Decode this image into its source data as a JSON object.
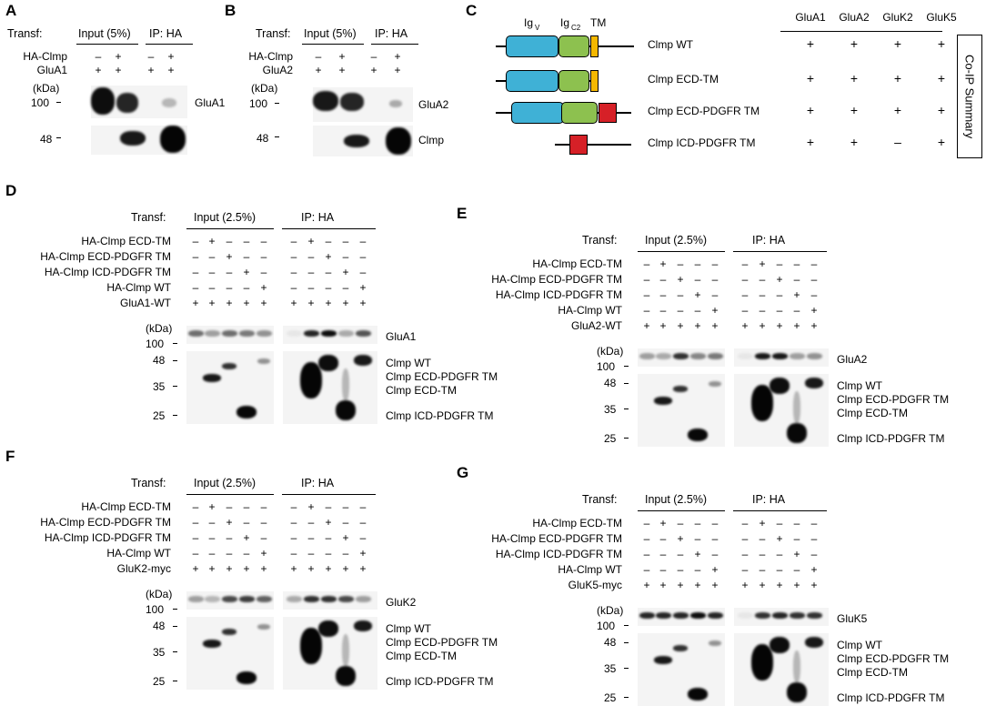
{
  "panels": {
    "A": {
      "letter": "A",
      "transf": "Transf:",
      "input": "Input (5%)",
      "ip": "IP: HA",
      "rows": [
        {
          "label": "HA-Clmp",
          "marks": [
            "–",
            "+",
            "–",
            "+"
          ]
        },
        {
          "label": "GluA1",
          "marks": [
            "+",
            "+",
            "+",
            "+"
          ]
        }
      ],
      "kda": "(kDa)",
      "m100": "100",
      "m48": "48",
      "band1": "GluA1"
    },
    "B": {
      "letter": "B",
      "transf": "Transf:",
      "input": "Input (5%)",
      "ip": "IP: HA",
      "rows": [
        {
          "label": "HA-Clmp",
          "marks": [
            "–",
            "+",
            "–",
            "+"
          ]
        },
        {
          "label": "GluA2",
          "marks": [
            "+",
            "+",
            "+",
            "+"
          ]
        }
      ],
      "kda": "(kDa)",
      "m100": "100",
      "m48": "48",
      "band1": "GluA2",
      "band2": "Clmp"
    },
    "C": {
      "letter": "C",
      "ig_v": "Ig",
      "ig_v_sub": "V",
      "ig_c2": "Ig",
      "ig_c2_sub": "C2",
      "tm": "TM",
      "cols": [
        "GluA1",
        "GluA2",
        "GluK2",
        "GluK5"
      ],
      "constructs": [
        {
          "name": "Clmp WT",
          "signs": [
            "+",
            "+",
            "+",
            "+"
          ]
        },
        {
          "name": "Clmp ECD-TM",
          "signs": [
            "+",
            "+",
            "+",
            "+"
          ]
        },
        {
          "name": "Clmp ECD-PDGFR TM",
          "signs": [
            "+",
            "+",
            "+",
            "+"
          ]
        },
        {
          "name": "Clmp ICD-PDGFR TM",
          "signs": [
            "+",
            "+",
            "–",
            "+"
          ]
        }
      ],
      "summary": "Co-IP Summary",
      "colors": {
        "igv": "#3fb1d6",
        "igc2": "#8dc14f",
        "tm": "#f5b800",
        "pdgfr": "#d62027"
      }
    },
    "blots": [
      {
        "letter": "D",
        "receptor": "GluA1-WT",
        "band": "GluA1"
      },
      {
        "letter": "E",
        "receptor": "GluA2-WT",
        "band": "GluA2"
      },
      {
        "letter": "F",
        "receptor": "GluK2-myc",
        "band": "GluK2"
      },
      {
        "letter": "G",
        "receptor": "GluK5-myc",
        "band": "GluK5"
      }
    ],
    "common": {
      "transf": "Transf:",
      "input": "Input (2.5%)",
      "ip": "IP: HA",
      "rows": [
        "HA-Clmp ECD-TM",
        "HA-Clmp ECD-PDGFR TM",
        "HA-Clmp ICD-PDGFR TM",
        "HA-Clmp WT"
      ],
      "kda": "(kDa)",
      "m100": "100",
      "m48": "48",
      "m35": "35",
      "m25": "25",
      "bands": [
        "Clmp WT",
        "Clmp ECD-PDGFR TM",
        "Clmp ECD-TM",
        "Clmp ICD-PDGFR TM"
      ],
      "plus": "+",
      "minus": "–"
    }
  }
}
